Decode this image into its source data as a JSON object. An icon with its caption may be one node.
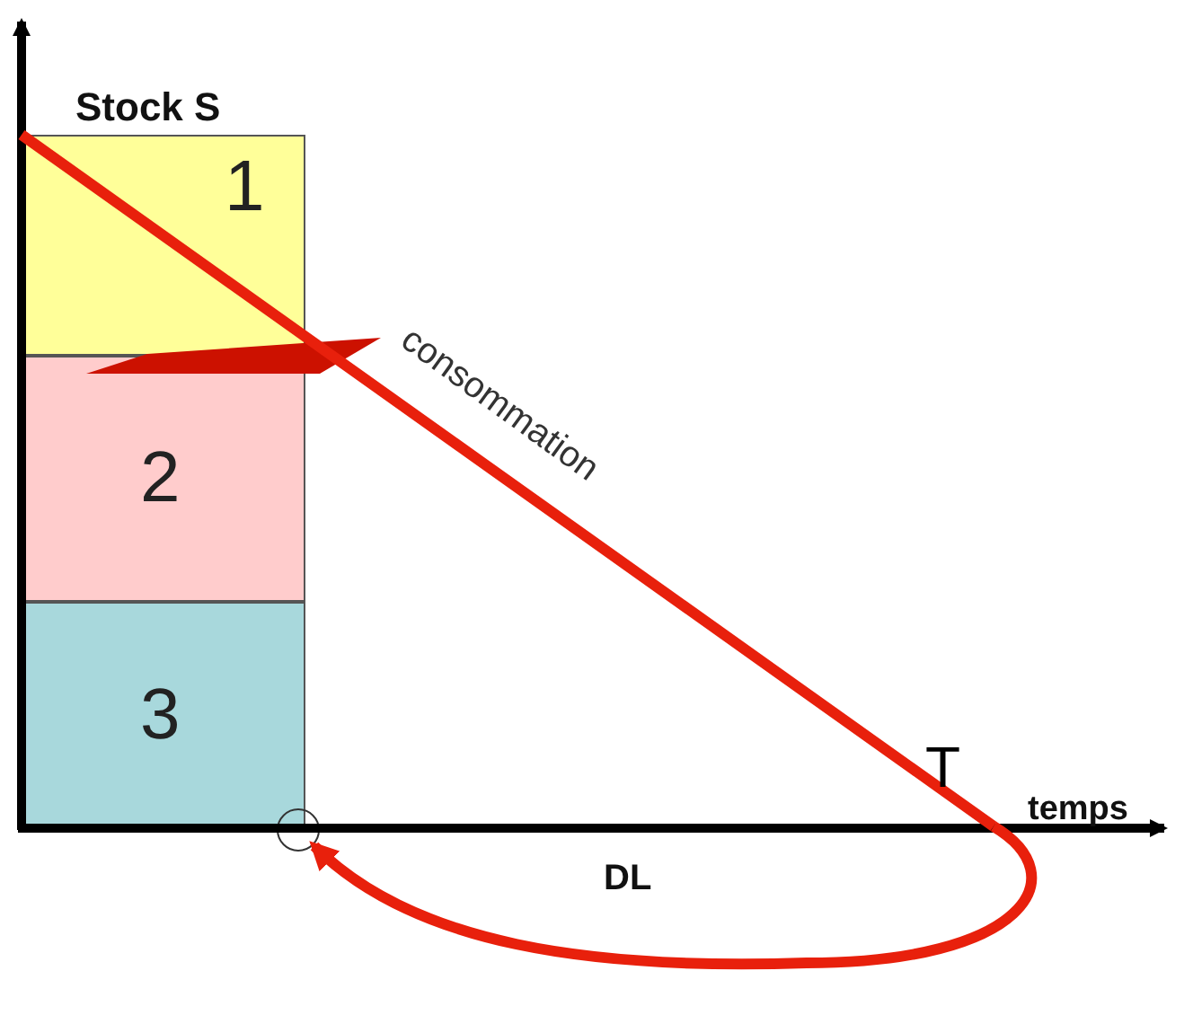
{
  "diagram": {
    "nodes": [
      {
        "text": [
          "1"
        ]
      },
      {
        "text": [
          "2"
        ]
      },
      {
        "text": [
          "3"
        ]
      },
      {
        "text": [
          "T"
        ]
      },
      {
        "text": [],
        "shape": "circle"
      }
    ],
    "edges": [
      {
        "from": 0,
        "to": 3,
        "arrow": "none",
        "label": "consommation"
      },
      {
        "from": 3,
        "to": 4,
        "arrow": "to",
        "label": "DL"
      }
    ],
    "labels": [
      "Stock S",
      "temps"
    ]
  }
}
